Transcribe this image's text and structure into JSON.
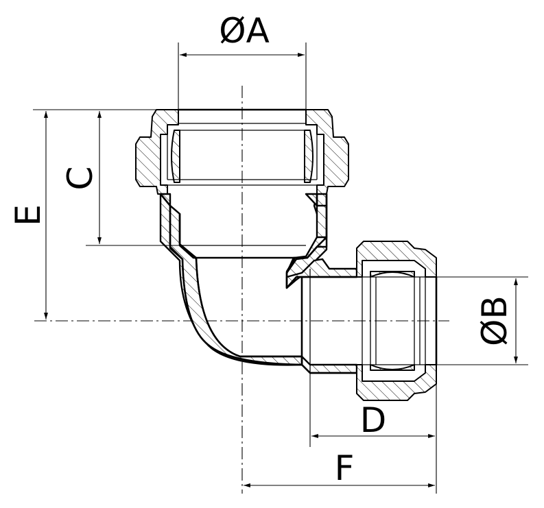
{
  "labels": {
    "dim_a": "ØA",
    "dim_b": "ØB",
    "dim_c": "C",
    "dim_d": "D",
    "dim_e": "E",
    "dim_f": "F"
  },
  "colors": {
    "line": "#000000",
    "background": "#ffffff"
  }
}
